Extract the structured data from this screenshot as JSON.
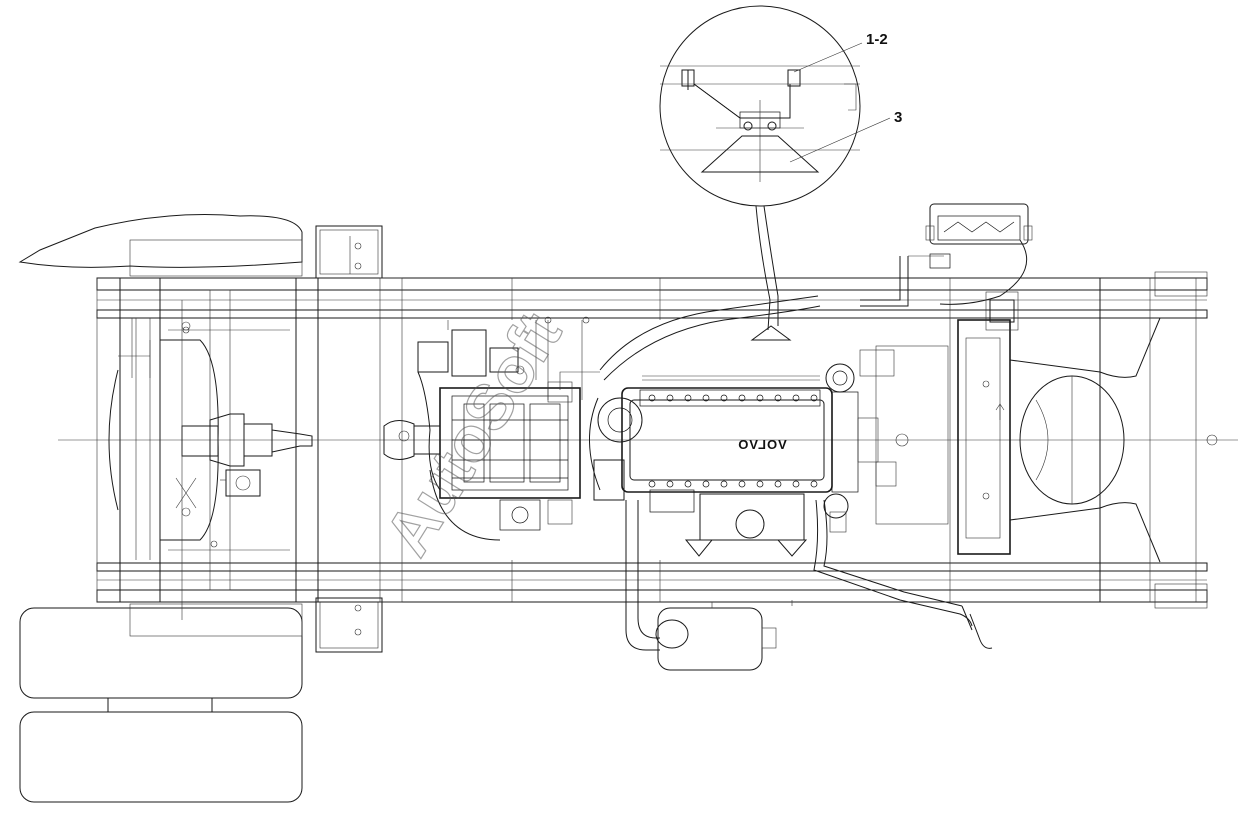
{
  "diagram": {
    "callouts": [
      {
        "id": "c1",
        "label": "1-2"
      },
      {
        "id": "c2",
        "label": "3"
      }
    ],
    "engine_brand": "VOLVO",
    "watermark": "AutoSoft",
    "colors": {
      "line": "#1a1a1a",
      "background": "#ffffff"
    }
  }
}
